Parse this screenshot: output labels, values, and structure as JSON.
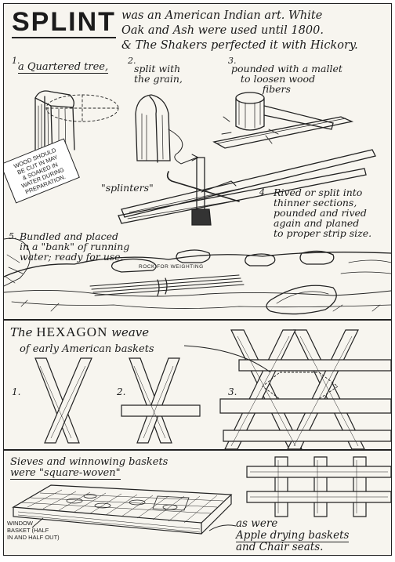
{
  "header": {
    "title": "SPLINT",
    "intro_line1": "was an American Indian art. White",
    "intro_line2": "Oak and Ash were used until 1800.",
    "intro_line3": "& The Shakers perfected it with Hickory."
  },
  "steps": [
    {
      "number": "1.",
      "label": "a Quartered tree,"
    },
    {
      "number": "2.",
      "label": "split with\nthe grain,"
    },
    {
      "number": "3.",
      "label": "pounded with a mallet\n   to loosen wood\n          fibers"
    },
    {
      "number": "4.",
      "label": "Rived or split into\nthinner sections,\npounded and rived\nagain and planed\nto proper strip size."
    },
    {
      "number": "5.",
      "label": "Bundled and placed\nin a \"bank\" of running\nwater; ready for use."
    }
  ],
  "wood_note": "WOOD SHOULD\nBE CUT IN MAY\n& SOAKED IN\nWATER DURING\nPREPARATION.",
  "splinters_label": "\"splinters\"",
  "rock_label": "ROCK FOR WEIGHTING",
  "hexagon": {
    "title_pre": "The ",
    "title_caps": "HEXAGON",
    "title_post": " weave",
    "subtitle": "of early American baskets",
    "numbers": [
      "1.",
      "2.",
      "3."
    ]
  },
  "sieve": {
    "title_line1": "Sieves and winnowing baskets",
    "title_line2": "were \"square-woven\"",
    "window_label": "WINDOW\nBASKET (HALF\nIN AND HALF OUT)",
    "apple_line1": "as were",
    "apple_line2": "Apple drying baskets",
    "apple_line3": "and Chair seats."
  }
}
